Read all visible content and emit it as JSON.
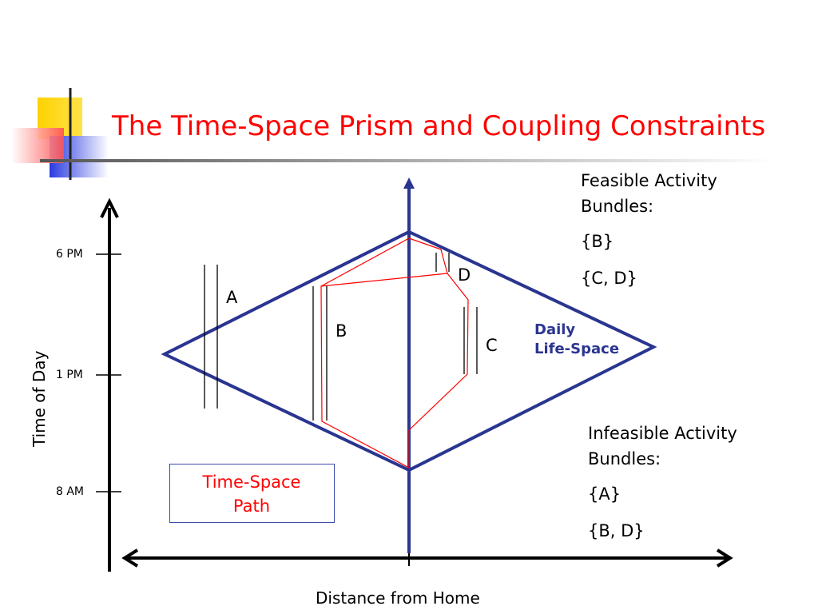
{
  "slide": {
    "title": "The Time-Space Prism and Coupling Constraints"
  },
  "axes": {
    "x_label": "Distance from Home",
    "y_label": "Time of Day",
    "y_ticks": [
      "6 PM",
      "1 PM",
      "8 AM"
    ]
  },
  "labels": {
    "a": "A",
    "b": "B",
    "c": "C",
    "d": "D",
    "prism_line1": "Daily",
    "prism_line2": "Life-Space"
  },
  "feasible": {
    "heading_line1": "Feasible Activity",
    "heading_line2": "Bundles:",
    "items": [
      "{B}",
      "{C, D}"
    ]
  },
  "infeasible": {
    "heading_line1": "Infeasible Activity",
    "heading_line2": "Bundles:",
    "items": [
      "{A}",
      "{B, D}"
    ]
  },
  "legend": {
    "line1": "Time-Space",
    "line2": "Path"
  },
  "colors": {
    "title": "#ff0000",
    "prism": "#2a3590",
    "path": "#ff0000",
    "deco_yellow": "#ffd200",
    "deco_blue": "#3a4ae0",
    "deco_red": "#ff5a5a"
  }
}
